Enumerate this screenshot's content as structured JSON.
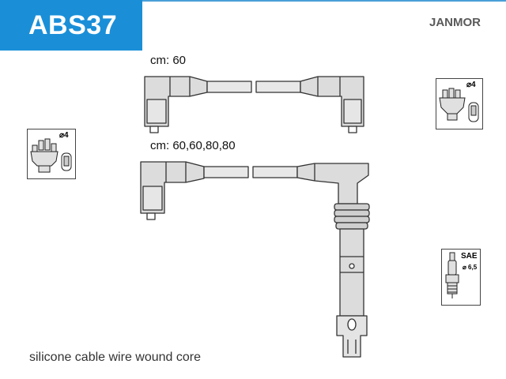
{
  "header": {
    "code": "ABS37",
    "brand": "JANMOR"
  },
  "cables": [
    {
      "length_label": "cm: 60"
    },
    {
      "length_label": "cm: 60,60,80,80"
    }
  ],
  "icons": {
    "distributor_left": {
      "name": "distributor-cap-icon",
      "size_label": "⌀4"
    },
    "distributor_right": {
      "name": "distributor-cap-icon",
      "size_label": "⌀4"
    },
    "spark_plug": {
      "name": "spark-plug-icon",
      "standard": "SAE",
      "size_label": "⌀ 6,5"
    }
  },
  "footer": {
    "description": "silicone cable wire wound core"
  },
  "colors": {
    "badge": "#1a8fd8",
    "line": "#4a9fd8",
    "part_fill": "#dcdcdc",
    "outline": "#333333"
  }
}
